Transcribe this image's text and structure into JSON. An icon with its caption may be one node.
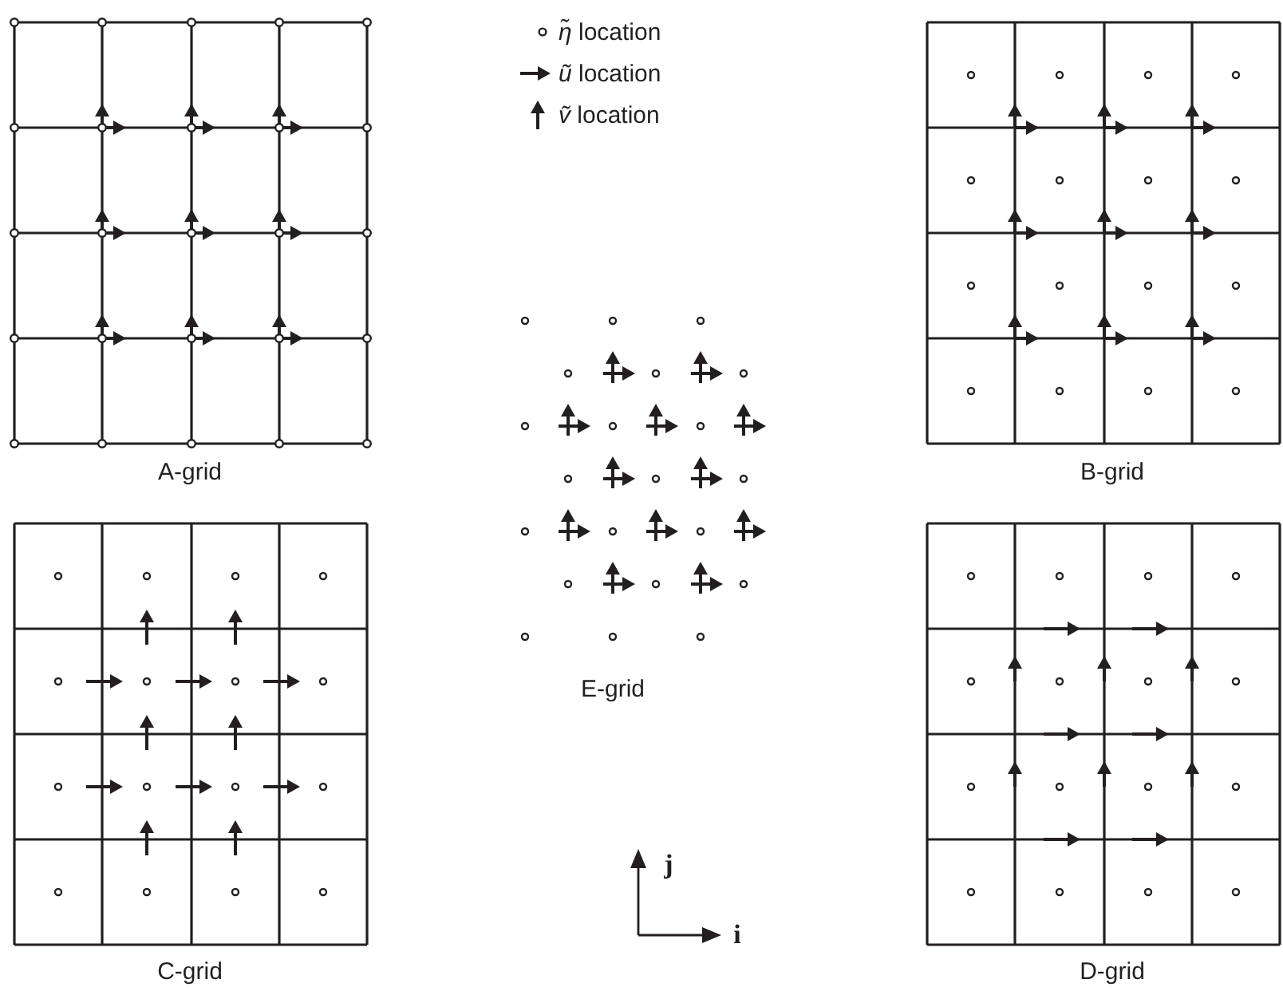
{
  "diagram": {
    "labels": [
      "A-grid",
      "B-grid",
      "E-grid",
      "C-grid",
      "D-grid",
      "j",
      "i"
    ],
    "legend": [
      {
        "text": "*η̃* location"
      },
      {
        "text": "*ũ* location"
      },
      {
        "text": "*ṽ* location"
      }
    ]
  }
}
